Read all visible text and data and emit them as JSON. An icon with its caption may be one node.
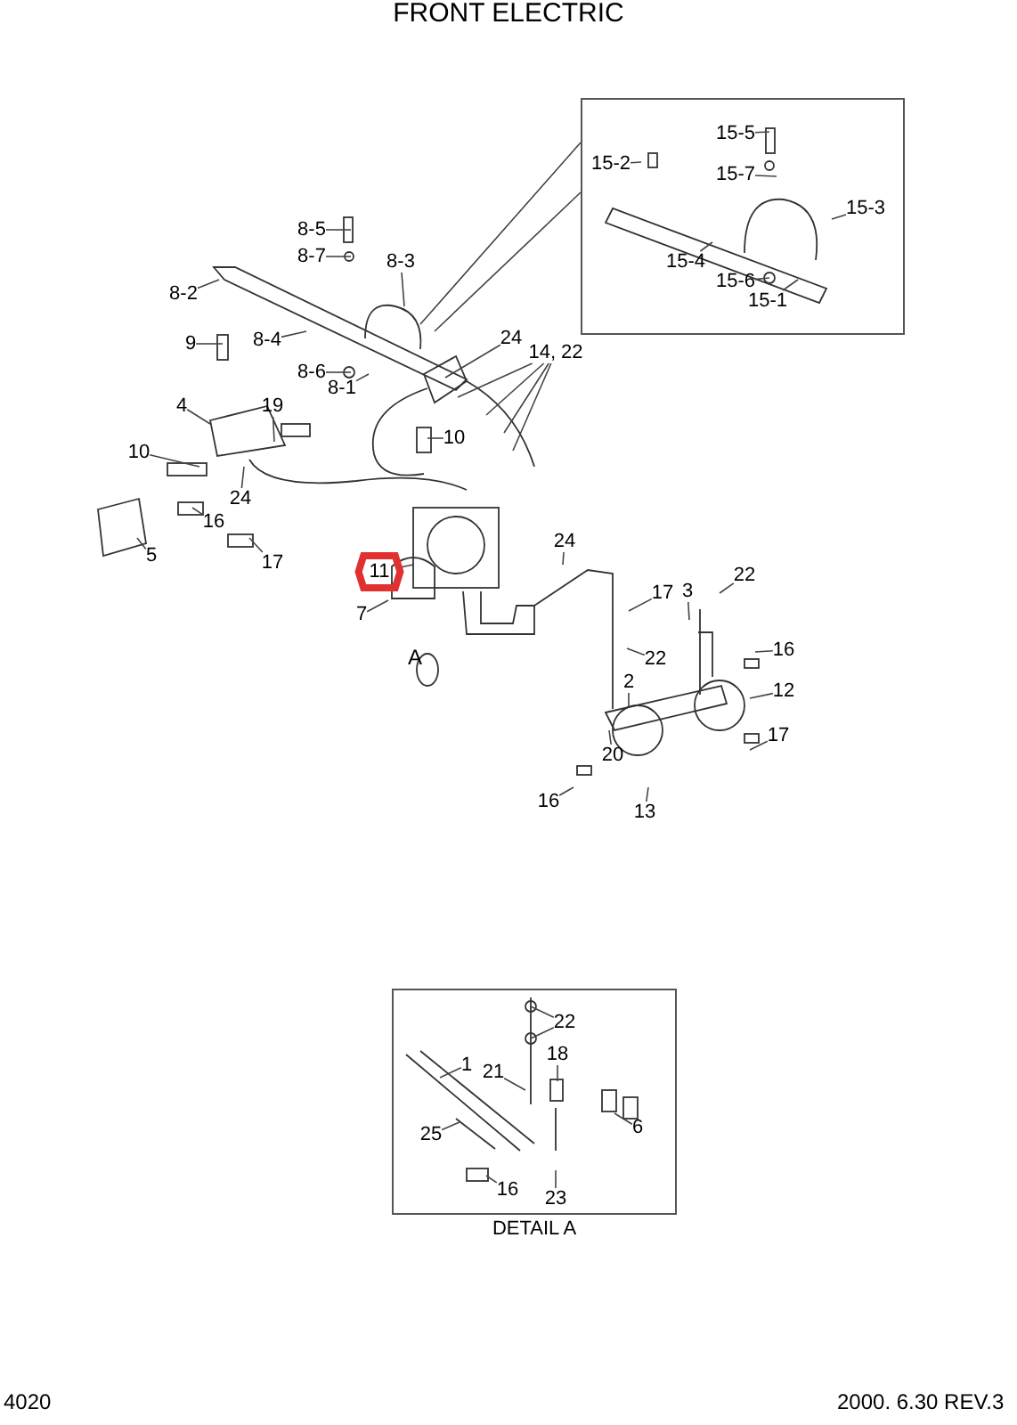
{
  "diagram": {
    "title": "FRONT ELECTRIC",
    "nodes": [
      {
        "text": [],
        "shape": "box"
      },
      {
        "text": [
          "15-5"
        ],
        "in": 0
      },
      {
        "text": [
          "15-2"
        ],
        "in": 0
      },
      {
        "text": [
          "15-7"
        ],
        "in": 0
      },
      {
        "text": [
          "15-3"
        ],
        "in": 0
      },
      {
        "text": [
          "15-4"
        ],
        "in": 0
      },
      {
        "text": [
          "15-6"
        ],
        "in": 0
      },
      {
        "text": [
          "15-1"
        ],
        "in": 0
      },
      {
        "text": [
          "8-5"
        ]
      },
      {
        "text": [
          "8-7"
        ]
      },
      {
        "text": [
          "8-3"
        ]
      },
      {
        "text": [
          "8-2"
        ]
      },
      {
        "text": [
          "9"
        ]
      },
      {
        "text": [
          "8-4"
        ]
      },
      {
        "text": [
          "24"
        ]
      },
      {
        "text": [
          "14, 22"
        ]
      },
      {
        "text": [
          "8-6"
        ]
      },
      {
        "text": [
          "8-1"
        ]
      },
      {
        "text": [
          "4"
        ]
      },
      {
        "text": [
          "19"
        ]
      },
      {
        "text": [
          "10"
        ]
      },
      {
        "text": [
          "10"
        ]
      },
      {
        "text": [
          "24"
        ]
      },
      {
        "text": [
          "16"
        ]
      },
      {
        "text": [
          "5"
        ]
      },
      {
        "text": [
          "17"
        ]
      },
      {
        "text": [
          "11"
        ]
      },
      {
        "text": [
          "24"
        ]
      },
      {
        "text": [
          "22"
        ]
      },
      {
        "text": [
          "3"
        ]
      },
      {
        "text": [
          "17"
        ]
      },
      {
        "text": [
          "7"
        ]
      },
      {
        "text": [
          "22"
        ]
      },
      {
        "text": [
          "16"
        ]
      },
      {
        "text": [
          "2"
        ]
      },
      {
        "text": [
          "12"
        ]
      },
      {
        "text": [
          "17"
        ]
      },
      {
        "text": [
          "20"
        ]
      },
      {
        "text": [
          "16"
        ]
      },
      {
        "text": [
          "13"
        ]
      },
      {
        "text": [
          "DETAIL A"
        ]
      },
      {
        "text": [
          "22"
        ],
        "in": 40
      },
      {
        "text": [
          "18"
        ],
        "in": 40
      },
      {
        "text": [
          "1"
        ],
        "in": 40
      },
      {
        "text": [
          "21"
        ],
        "in": 40
      },
      {
        "text": [
          "6"
        ],
        "in": 40
      },
      {
        "text": [
          "25"
        ],
        "in": 40
      },
      {
        "text": [
          "16"
        ],
        "in": 40
      },
      {
        "text": [
          "23"
        ],
        "in": 40
      }
    ],
    "edges": [
      {
        "from": 0,
        "to": null,
        "arrow": "none"
      },
      {
        "from": 1,
        "to": null,
        "arrow": "none"
      },
      {
        "from": 2,
        "to": null,
        "arrow": "none"
      },
      {
        "from": 3,
        "to": null,
        "arrow": "none"
      },
      {
        "from": 4,
        "to": null,
        "arrow": "none"
      },
      {
        "from": 5,
        "to": null,
        "arrow": "none"
      },
      {
        "from": 6,
        "to": null,
        "arrow": "none"
      },
      {
        "from": 7,
        "to": null,
        "arrow": "none"
      },
      {
        "from": 8,
        "to": null,
        "arrow": "none"
      },
      {
        "from": 9,
        "to": null,
        "arrow": "none"
      },
      {
        "from": 10,
        "to": null,
        "arrow": "none"
      },
      {
        "from": 11,
        "to": null,
        "arrow": "none"
      },
      {
        "from": 12,
        "to": null,
        "arrow": "none"
      },
      {
        "from": 13,
        "to": null,
        "arrow": "none"
      },
      {
        "from": 14,
        "to": null,
        "arrow": "none"
      },
      {
        "from": 15,
        "to": null,
        "arrow": "none"
      },
      {
        "from": 16,
        "to": null,
        "arrow": "none"
      },
      {
        "from": 17,
        "to": null,
        "arrow": "none"
      },
      {
        "from": 18,
        "to": null,
        "arrow": "none"
      },
      {
        "from": 19,
        "to": null,
        "arrow": "none"
      },
      {
        "from": 20,
        "to": null,
        "arrow": "none"
      },
      {
        "from": 21,
        "to": null,
        "arrow": "none"
      },
      {
        "from": 22,
        "to": null,
        "arrow": "none"
      },
      {
        "from": 23,
        "to": null,
        "arrow": "none"
      },
      {
        "from": 24,
        "to": null,
        "arrow": "none"
      },
      {
        "from": 25,
        "to": null,
        "arrow": "none"
      },
      {
        "from": 26,
        "to": null,
        "arrow": "none"
      },
      {
        "from": 27,
        "to": null,
        "arrow": "none"
      },
      {
        "from": 28,
        "to": null,
        "arrow": "none"
      },
      {
        "from": 29,
        "to": null,
        "arrow": "none"
      },
      {
        "from": 30,
        "to": null,
        "arrow": "none"
      },
      {
        "from": 31,
        "to": null,
        "arrow": "none"
      },
      {
        "from": 32,
        "to": null,
        "arrow": "none"
      },
      {
        "from": 33,
        "to": null,
        "arrow": "none"
      },
      {
        "from": 34,
        "to": null,
        "arrow": "none"
      },
      {
        "from": 35,
        "to": null,
        "arrow": "none"
      },
      {
        "from": 36,
        "to": null,
        "arrow": "none"
      },
      {
        "from": 37,
        "to": null,
        "arrow": "none"
      },
      {
        "from": 38,
        "to": null,
        "arrow": "none"
      },
      {
        "from": 39,
        "to": null,
        "arrow": "none"
      },
      {
        "from": 41,
        "to": null,
        "arrow": "none"
      },
      {
        "from": 42,
        "to": null,
        "arrow": "none"
      },
      {
        "from": 43,
        "to": null,
        "arrow": "none"
      },
      {
        "from": 44,
        "to": null,
        "arrow": "none"
      },
      {
        "from": 45,
        "to": null,
        "arrow": "none"
      },
      {
        "from": 46,
        "to": null,
        "arrow": "none"
      },
      {
        "from": 47,
        "to": null,
        "arrow": "none"
      },
      {
        "from": 48,
        "to": null,
        "arrow": "none"
      }
    ],
    "labels": [
      "A",
      "4020",
      "2000. 6.30 REV.3"
    ]
  }
}
